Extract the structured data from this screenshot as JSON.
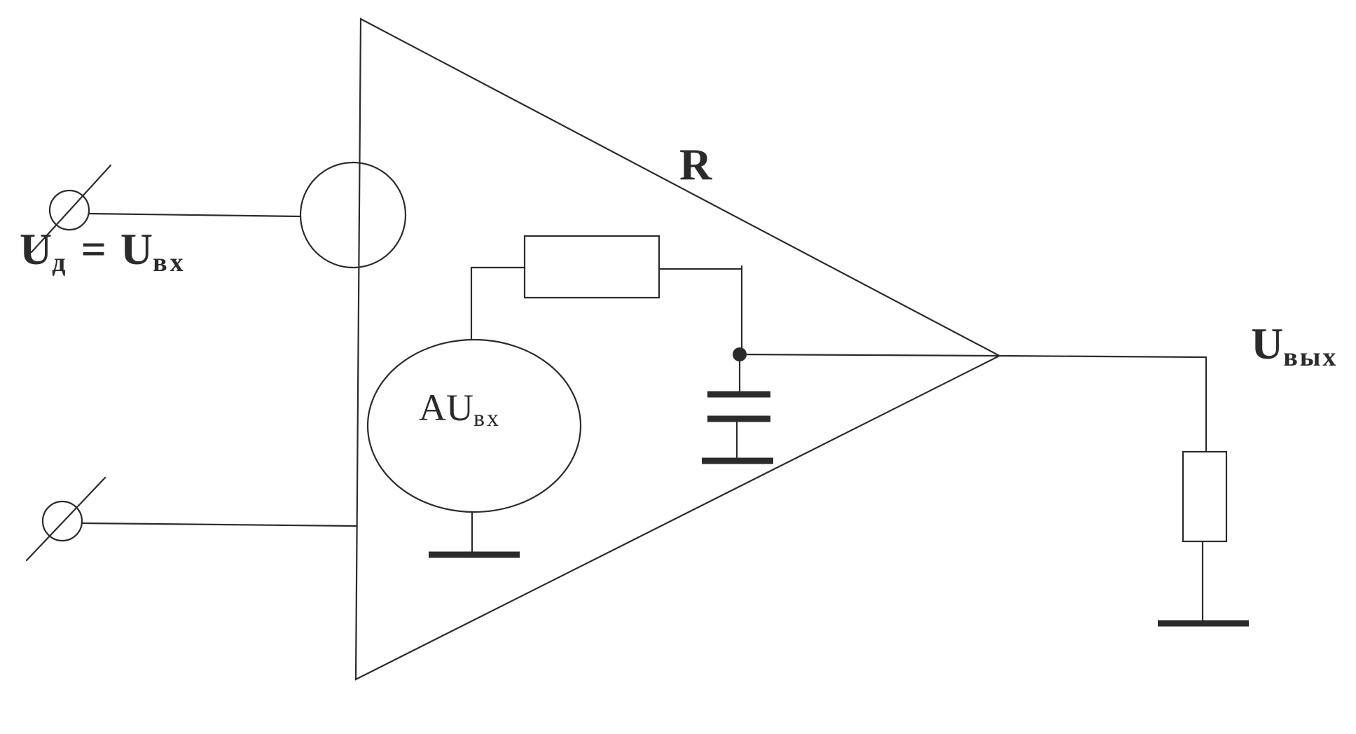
{
  "diagram": {
    "title": "",
    "labels": {
      "input": {
        "u1": "U",
        "sub1": "д",
        "eq": "=",
        "u2": "U",
        "sub2": "вх"
      },
      "resistance": "R",
      "source": {
        "main": "AU",
        "sub": "вх"
      },
      "output": {
        "main": "U",
        "sub": "вых"
      }
    },
    "components": [
      "input-terminal-top",
      "input-terminal-bottom",
      "amplifier-triangle",
      "input-resistance-circle",
      "controlled-voltage-source",
      "output-resistor",
      "output-capacitor",
      "load-resistor",
      "ground-symbols"
    ]
  }
}
